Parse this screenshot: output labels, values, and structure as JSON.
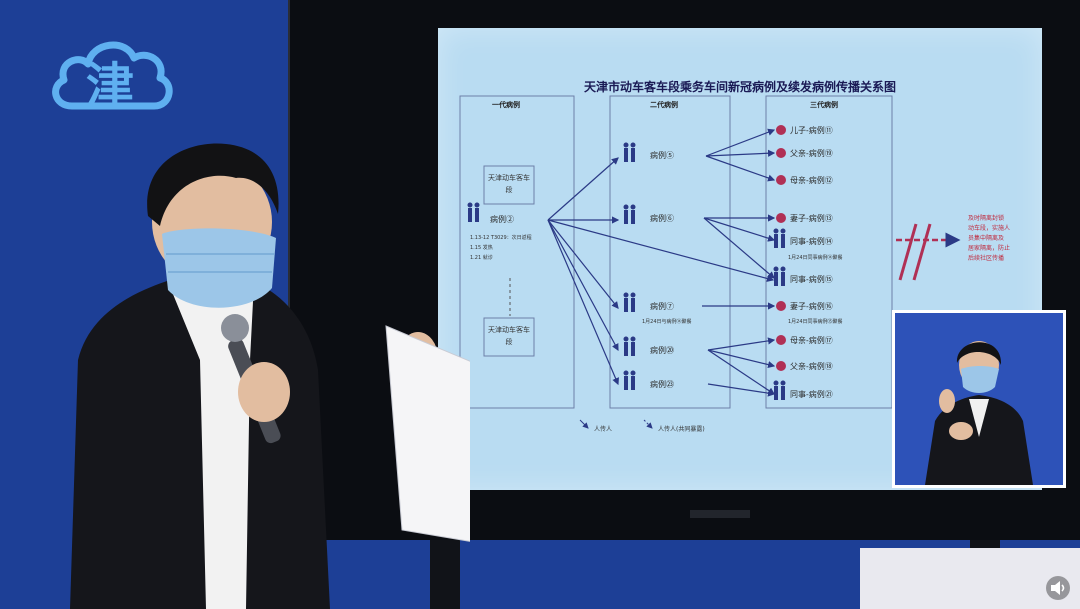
{
  "broadcast": {
    "logo_char": "津",
    "inset_icon": "sign-language-interpreter",
    "mute_icon": "speaker-icon"
  },
  "slide": {
    "title": "天津市动车客车段乘务车间新冠病例及续发病例传播关系图",
    "columns": [
      "一代病例",
      "二代病例",
      "三代病例"
    ],
    "source_boxes": [
      "天津动车客车段",
      "天津动车客车段"
    ],
    "first_case": {
      "label": "病例②",
      "notes": [
        "1.13-12 T3029：次日返程",
        "1.15 发热",
        "1.21 就诊"
      ]
    },
    "second_cases": [
      "病例⑤",
      "病例⑥",
      "病例⑦",
      "病例⑳",
      "病例㉓"
    ],
    "third_cases": [
      "儿子-病例⑪",
      "父亲-病例⑲",
      "母亲-病例⑫",
      "妻子-病例⑬",
      "同事-病例⑭",
      "同事-病例⑮",
      "妻子-病例⑯",
      "母亲-病例⑰",
      "父亲-病例⑱",
      "同事-病例㉑"
    ],
    "third_notes": [
      "1月24日同事病例⑭聚餐",
      "1月24日同事病例⑮聚餐"
    ],
    "second_notes": [
      "1月24日与病例⑭聚餐"
    ],
    "red_note": [
      "及时隔离封锁",
      "动车段，实施人",
      "员集中隔离及",
      "居家隔离，防止",
      "后续社区传播"
    ],
    "legend": [
      "人传人",
      "人传人(共同暴露)"
    ]
  },
  "colors": {
    "background": "#1d3f96",
    "screen": "#b9dcf2",
    "arrow": "#2b3a86",
    "accent_red": "#c0283c"
  }
}
